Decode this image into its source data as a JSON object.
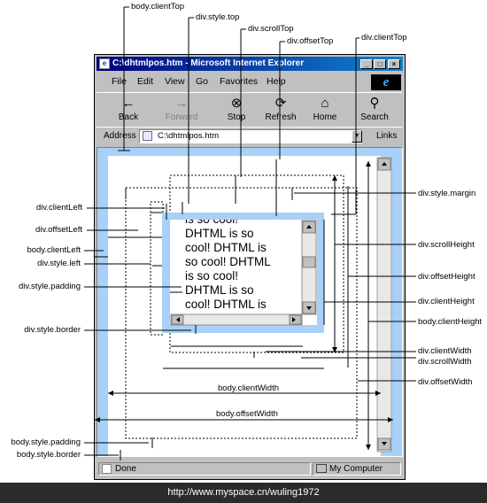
{
  "window": {
    "title": "C:\\dhtmlpos.htm - Microsoft Internet Explorer",
    "title_icon": "e",
    "min_glyph": "_",
    "max_glyph": "□",
    "close_glyph": "×"
  },
  "menu": [
    "File",
    "Edit",
    "View",
    "Go",
    "Favorites",
    "Help"
  ],
  "ie_logo": "e",
  "toolbar": [
    {
      "label": "Back",
      "icon": "←"
    },
    {
      "label": "Forward",
      "icon": "→"
    },
    {
      "label": "Stop",
      "icon": "⊗"
    },
    {
      "label": "Refresh",
      "icon": "⟳"
    },
    {
      "label": "Home",
      "icon": "⌂"
    },
    {
      "label": "Search",
      "icon": "⚲"
    }
  ],
  "address": {
    "label": "Address",
    "value": "C:\\dhtmlpos.htm",
    "links": "Links"
  },
  "status": {
    "text": "Done",
    "zone": "My Computer"
  },
  "div_text": [
    "is so cool!",
    "DHTML is so",
    "cool! DHTML is",
    "so cool! DHTML",
    "is so cool!",
    "DHTML is so",
    "cool! DHTML is"
  ],
  "labels": {
    "body_clientTop_top": "body.clientTop",
    "div_style_top": "div.style.top",
    "div_scrollTop": "div.scrollTop",
    "div_offsetTop": "div.offsetTop",
    "div_clientTop": "div.clientTop",
    "div_style_margin": "div.style.margin",
    "div_clientLeft": "div.clientLeft",
    "div_offsetLeft": "div.offsetLeft",
    "body_clientLeft": "body.clientLeft",
    "div_style_left": "div.style.left",
    "div_style_padding": "div.style.padding",
    "div_style_border": "div.style.border",
    "div_scrollHeight": "div.scrollHeight",
    "div_offsetHeight": "div.offsetHeight",
    "div_clientHeight": "div.clientHeight",
    "body_clientHeight": "body.clientHeight",
    "div_clientWidth": "div.clientWidth",
    "div_scrollWidth": "div.scrollWidth",
    "div_offsetWidth": "div.offsetWidth",
    "body_clientWidth": "body.clientWidth",
    "body_offsetWidth": "body.offsetWidth",
    "body_style_padding": "body.style.padding",
    "body_style_border": "body.style.border"
  },
  "footer": "http://www.myspace.cn/wuling1972",
  "colors": {
    "content_bg": "#a8d0f8",
    "titlebar": "#000080",
    "chrome": "#c0c0c0"
  }
}
